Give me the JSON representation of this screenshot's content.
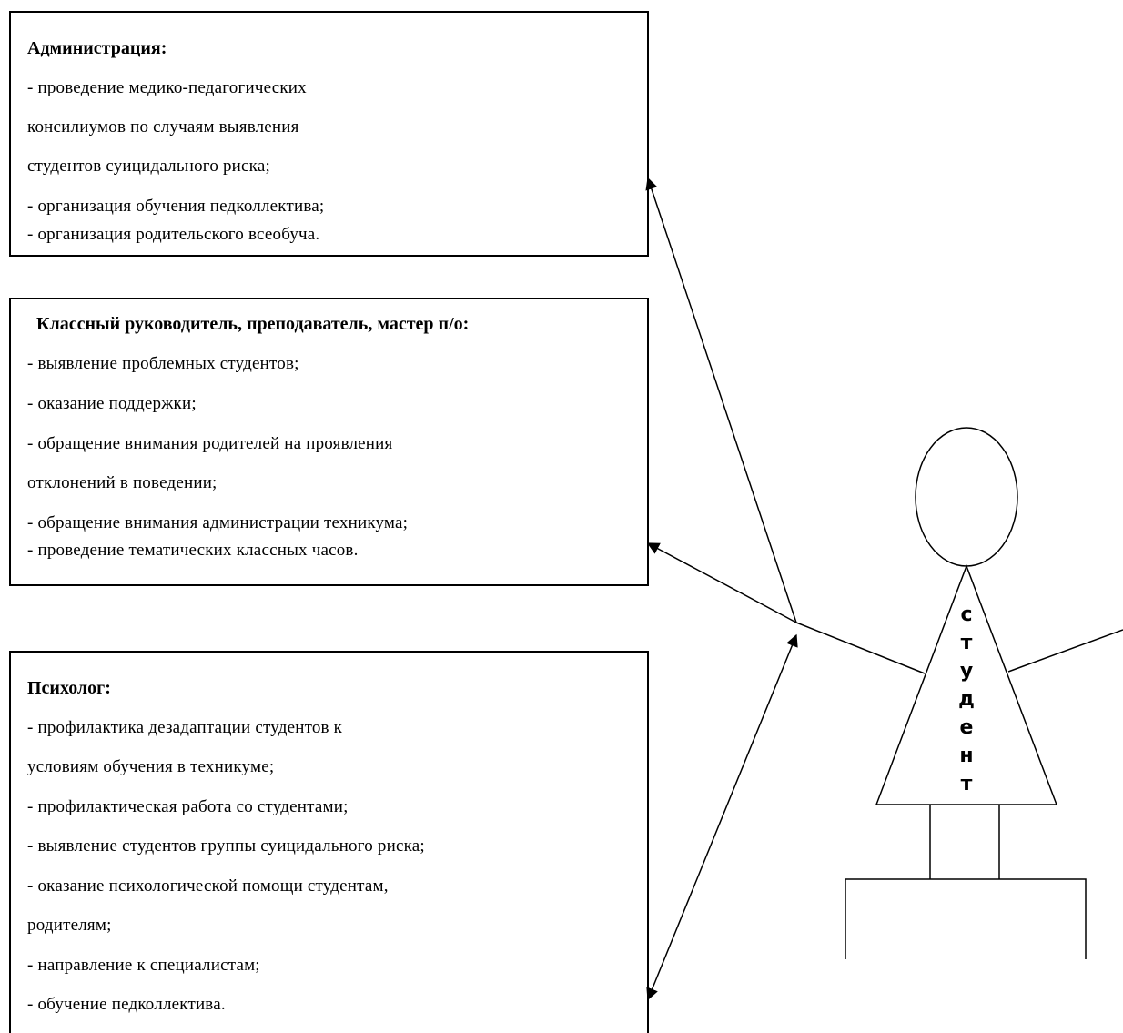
{
  "admin": {
    "title": "Администрация:",
    "lines": [
      "-  проведение медико-педагогических",
      "консилиумов по случаям выявления",
      "студентов суицидального риска;",
      "-  организация обучения педколлектива;",
      "-  организация родительского всеобуча."
    ]
  },
  "teacher": {
    "title": "Классный руководитель, преподаватель, мастер п/о:",
    "lines": [
      "- выявление проблемных студентов;",
      "- оказание поддержки;",
      "- обращение внимания родителей на проявления",
      "отклонений в поведении;",
      "- обращение внимания администрации техникума;",
      "- проведение тематических классных часов."
    ]
  },
  "psych": {
    "title": "Психолог:",
    "lines": [
      "- профилактика дезадаптации студентов к",
      "условиям обучения в техникуме;",
      "- профилактическая работа со студентами;",
      "- выявление студентов группы суицидального риска;",
      "- оказание психологической помощи студентам,",
      "родителям;",
      "- направление к специалистам;",
      "- обучение педколлектива."
    ]
  },
  "figure": {
    "letters": [
      "с",
      "т",
      "у",
      "д",
      "е",
      "н",
      "т"
    ]
  }
}
